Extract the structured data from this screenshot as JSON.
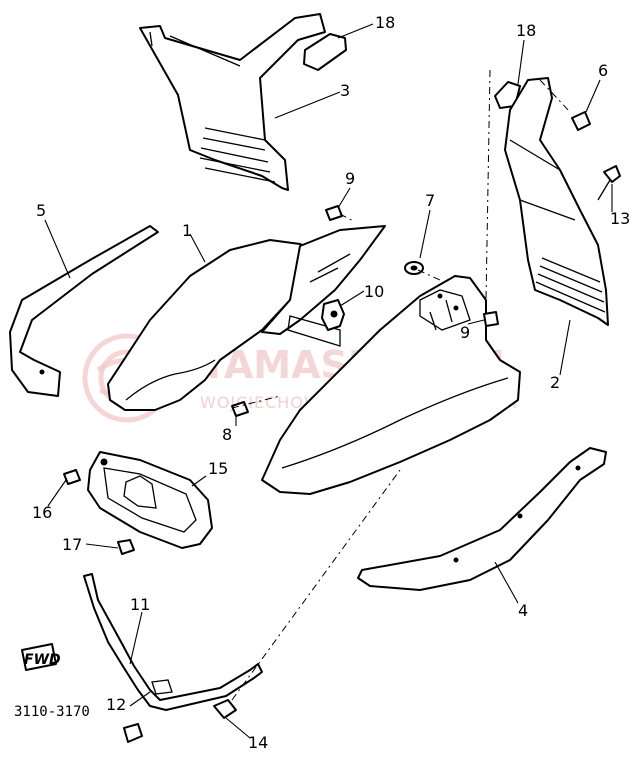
{
  "watermark": {
    "title": "YAMASKLEP.PL",
    "subtitle": "WOJCIECHOWICZ I DEALER YAMAHA"
  },
  "diagram_code": "3110-3170",
  "fwd_label": "FWD",
  "callouts": [
    {
      "id": "c1",
      "text": "1"
    },
    {
      "id": "c2",
      "text": "2"
    },
    {
      "id": "c3",
      "text": "3"
    },
    {
      "id": "c4",
      "text": "4"
    },
    {
      "id": "c5",
      "text": "5"
    },
    {
      "id": "c6",
      "text": "6"
    },
    {
      "id": "c7",
      "text": "7"
    },
    {
      "id": "c8",
      "text": "8"
    },
    {
      "id": "c9a",
      "text": "9"
    },
    {
      "id": "c9b",
      "text": "9"
    },
    {
      "id": "c10",
      "text": "10"
    },
    {
      "id": "c11",
      "text": "11"
    },
    {
      "id": "c12",
      "text": "12"
    },
    {
      "id": "c13",
      "text": "13"
    },
    {
      "id": "c14",
      "text": "14"
    },
    {
      "id": "c15",
      "text": "15"
    },
    {
      "id": "c16",
      "text": "16"
    },
    {
      "id": "c17",
      "text": "17"
    },
    {
      "id": "c18a",
      "text": "18"
    },
    {
      "id": "c18b",
      "text": "18"
    }
  ]
}
